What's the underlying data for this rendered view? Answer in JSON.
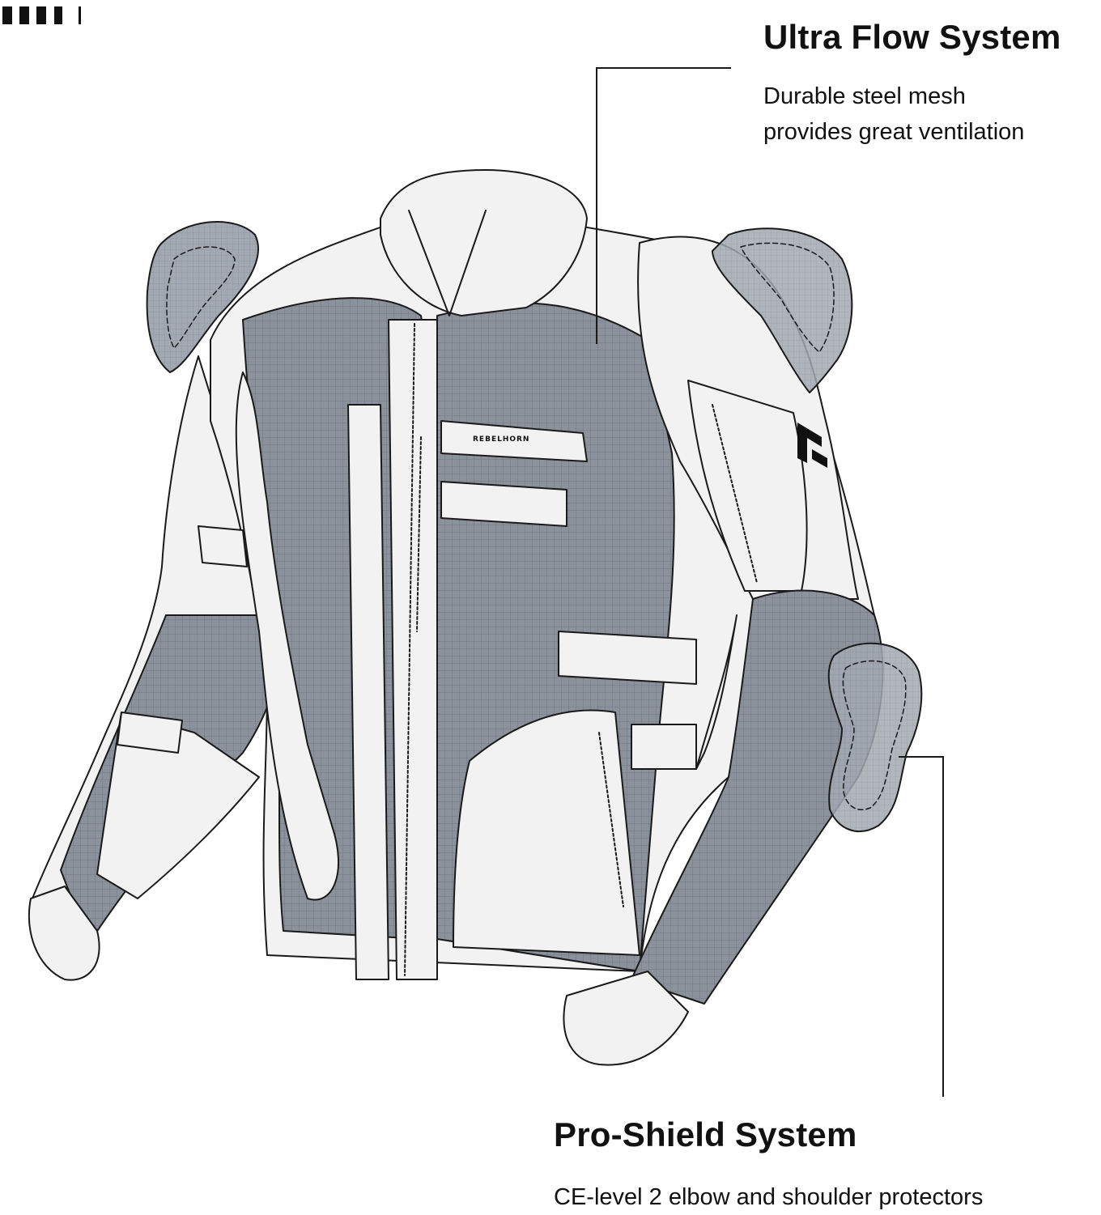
{
  "callouts": [
    {
      "id": "ultra-flow",
      "title": "Ultra Flow System",
      "description_lines": [
        "Durable steel mesh",
        "provides great ventilation"
      ]
    },
    {
      "id": "pro-shield",
      "title": "Pro-Shield System",
      "description_lines": [
        "CE-level 2 elbow and shoulder protectors"
      ]
    }
  ],
  "jacket": {
    "chest_label": "REBELHORN"
  },
  "colors": {
    "mesh": "#8c929c",
    "mesh_grid": "#6e747e",
    "panel": "#f2f2f2",
    "protector": "#9ca3ad",
    "outline": "#1a1a1a"
  }
}
